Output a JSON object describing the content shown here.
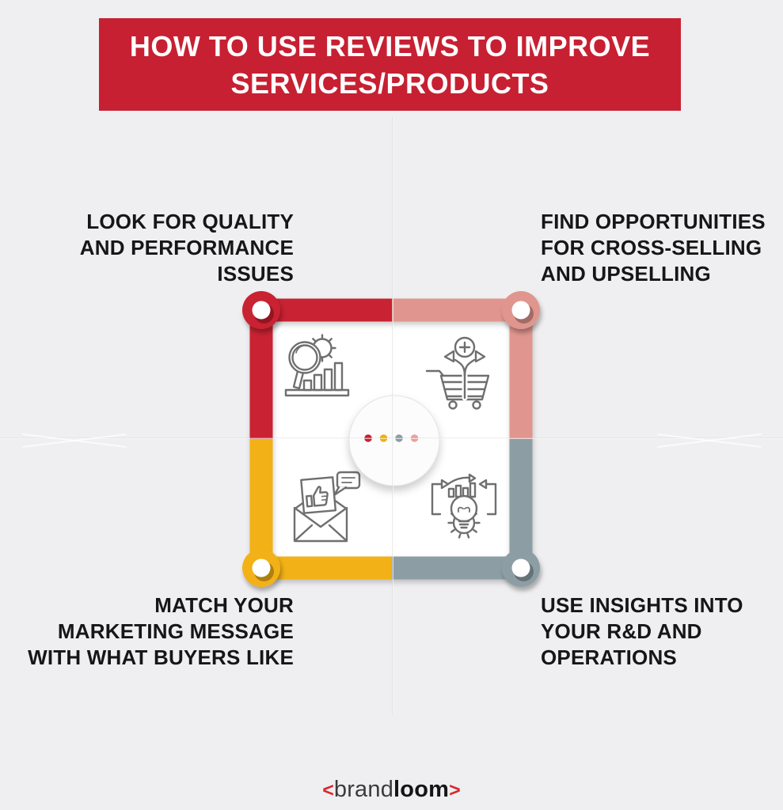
{
  "title": {
    "lines": [
      "HOW TO USE REVIEWS TO IMPROVE",
      "SERVICES/PRODUCTS"
    ],
    "background_color": "#C72032",
    "text_color": "#FFFFFF"
  },
  "quadrants": [
    {
      "position": "top-left",
      "lines": [
        "LOOK FOR QUALITY",
        "AND PERFORMANCE",
        "ISSUES"
      ],
      "accent_color": "#C92130",
      "icon": "magnifier-gear-chart-icon"
    },
    {
      "position": "top-right",
      "lines": [
        "FIND OPPORTUNITIES",
        "FOR CROSS-SELLING",
        "AND UPSELLING"
      ],
      "accent_color": "#E0968E",
      "icon": "cart-split-arrows-icon"
    },
    {
      "position": "bottom-left",
      "lines": [
        "MATCH YOUR",
        "MARKETING MESSAGE",
        "WITH WHAT BUYERS LIKE"
      ],
      "accent_color": "#F2B116",
      "icon": "envelope-thumbs-up-icon"
    },
    {
      "position": "bottom-right",
      "lines": [
        "USE INSIGHTS INTO",
        "YOUR R&D AND",
        "OPERATIONS"
      ],
      "accent_color": "#8C9EA4",
      "icon": "lightbulb-gear-chart-icon"
    }
  ],
  "center": {
    "dot_colors": [
      "#C92130",
      "#F0B013",
      "#8C9EA4",
      "#E9A29C"
    ]
  },
  "logo": {
    "bracket_left": "<",
    "brand": "brand",
    "loom": "loom",
    "bracket_right": ">",
    "bracket_color": "#D7282F"
  },
  "background_color": "#EFEFF1",
  "icon_stroke_color": "#6F6F6F"
}
